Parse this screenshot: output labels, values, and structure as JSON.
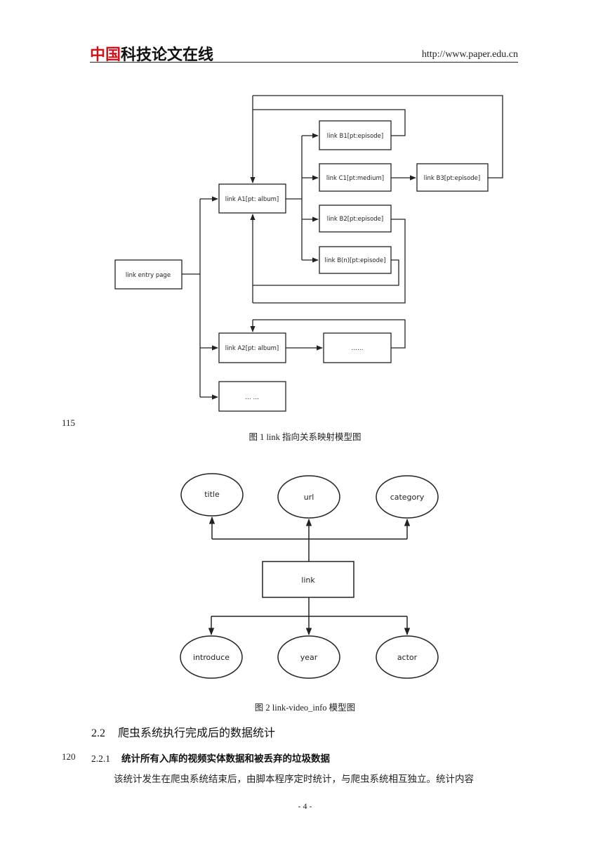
{
  "header": {
    "logo_red": "中国",
    "logo_black": "科技论文在线",
    "url": "http://www.paper.edu.cn"
  },
  "figure1": {
    "line_number": "115",
    "caption": "图 1 link 指向关系映射模型图",
    "nodes": {
      "entry": "link entry page",
      "a1": "link A1[pt: album]",
      "b1": "link B1[pt:episode]",
      "c1": "link C1[pt:medium]",
      "b3": "link B3[pt:episode]",
      "b2": "link B2[pt:episode]",
      "bn": "link B(n)[pt:episode]",
      "a2": "link A2[pt: album]",
      "a2_next": "……",
      "more": "… …"
    }
  },
  "figure2": {
    "caption": "图 2 link-video_info 模型图",
    "center": "link",
    "top": [
      "title",
      "url",
      "category"
    ],
    "bottom": [
      "introduce",
      "year",
      "actor"
    ]
  },
  "section": {
    "number": "2.2",
    "title": "爬虫系统执行完成后的数据统计"
  },
  "subsection": {
    "line_number": "120",
    "number": "2.2.1",
    "title": "统计所有入库的视频实体数据和被丢弃的垃圾数据"
  },
  "paragraph": "该统计发生在爬虫系统结束后，由脚本程序定时统计，与爬虫系统相互独立。统计内容",
  "page_number": "- 4 -"
}
